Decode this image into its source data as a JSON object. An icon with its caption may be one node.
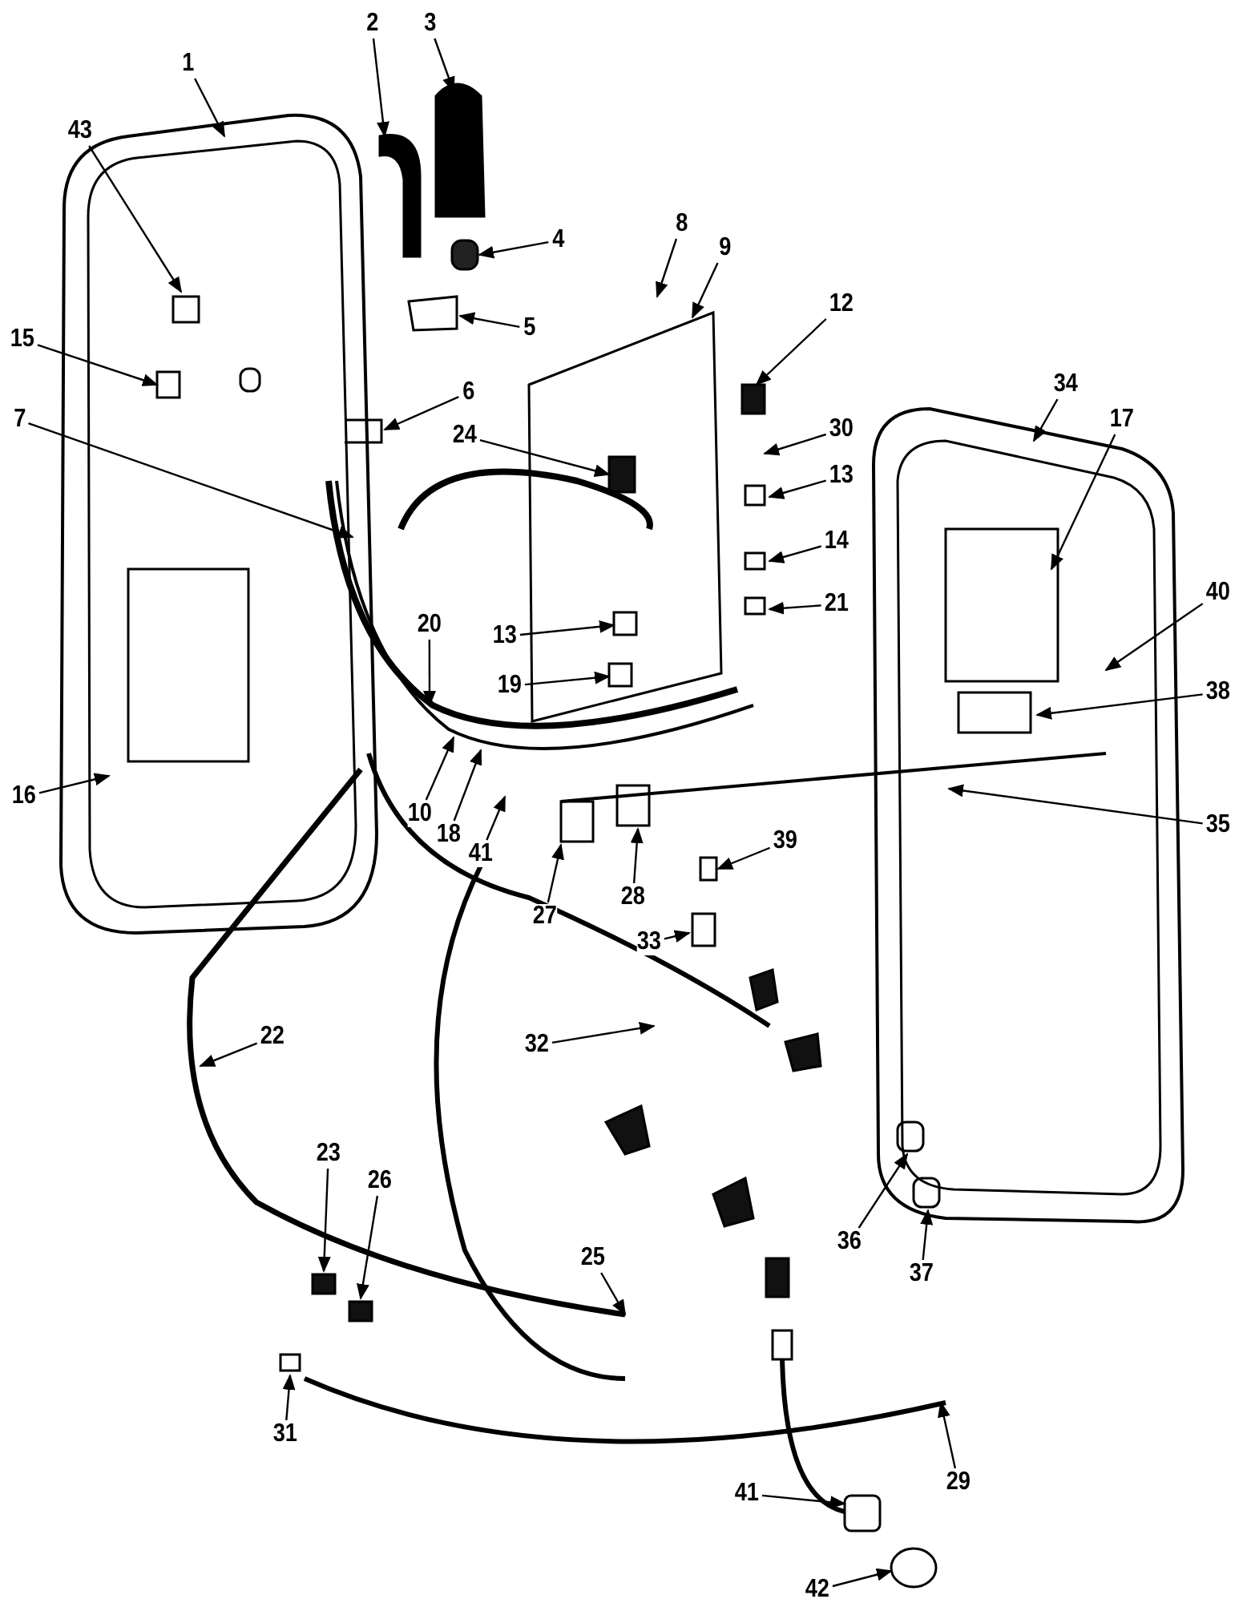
{
  "diagram": {
    "nodes": [
      {
        "text": [
          "1"
        ]
      },
      {
        "text": [
          "2"
        ]
      },
      {
        "text": [
          "3"
        ]
      },
      {
        "text": [
          "4"
        ]
      },
      {
        "text": [
          "5"
        ]
      },
      {
        "text": [
          "6"
        ]
      },
      {
        "text": [
          "7"
        ]
      },
      {
        "text": [
          "43"
        ]
      },
      {
        "text": [
          "15"
        ]
      },
      {
        "text": [
          "8"
        ]
      },
      {
        "text": [
          "9"
        ]
      },
      {
        "text": [
          "12"
        ]
      },
      {
        "text": [
          "30"
        ]
      },
      {
        "text": [
          "13"
        ]
      },
      {
        "text": [
          "14"
        ]
      },
      {
        "text": [
          "21"
        ]
      },
      {
        "text": [
          "24"
        ]
      },
      {
        "text": [
          "13"
        ]
      },
      {
        "text": [
          "19"
        ]
      },
      {
        "text": [
          "20"
        ]
      },
      {
        "text": [
          "10"
        ]
      },
      {
        "text": [
          "18"
        ]
      },
      {
        "text": [
          "41"
        ]
      },
      {
        "text": [
          "16"
        ]
      },
      {
        "text": [
          "27"
        ]
      },
      {
        "text": [
          "28"
        ]
      },
      {
        "text": [
          "39"
        ]
      },
      {
        "text": [
          "33"
        ]
      },
      {
        "text": [
          "32"
        ]
      },
      {
        "text": [
          "34"
        ]
      },
      {
        "text": [
          "17"
        ]
      },
      {
        "text": [
          "40"
        ]
      },
      {
        "text": [
          "38"
        ]
      },
      {
        "text": [
          "35"
        ]
      },
      {
        "text": [
          "22"
        ]
      },
      {
        "text": [
          "23"
        ]
      },
      {
        "text": [
          "26"
        ]
      },
      {
        "text": [
          "25"
        ]
      },
      {
        "text": [
          "31"
        ]
      },
      {
        "text": [
          "36"
        ]
      },
      {
        "text": [
          "37"
        ]
      },
      {
        "text": [
          "29"
        ]
      },
      {
        "text": [
          "41"
        ]
      },
      {
        "text": [
          "42"
        ]
      }
    ],
    "edges": [
      {
        "from": 0,
        "to": null,
        "arrow": "to"
      },
      {
        "from": 1,
        "to": null,
        "arrow": "to"
      },
      {
        "from": 2,
        "to": null,
        "arrow": "to"
      },
      {
        "from": 3,
        "to": null,
        "arrow": "to"
      },
      {
        "from": 4,
        "to": null,
        "arrow": "to"
      },
      {
        "from": 5,
        "to": null,
        "arrow": "to"
      },
      {
        "from": 6,
        "to": null,
        "arrow": "to"
      },
      {
        "from": 7,
        "to": null,
        "arrow": "to"
      },
      {
        "from": 8,
        "to": null,
        "arrow": "to"
      },
      {
        "from": 9,
        "to": null,
        "arrow": "to"
      },
      {
        "from": 10,
        "to": null,
        "arrow": "to"
      },
      {
        "from": 11,
        "to": null,
        "arrow": "to"
      },
      {
        "from": 12,
        "to": null,
        "arrow": "to"
      },
      {
        "from": 13,
        "to": null,
        "arrow": "to"
      },
      {
        "from": 14,
        "to": null,
        "arrow": "to"
      },
      {
        "from": 15,
        "to": null,
        "arrow": "to"
      },
      {
        "from": 16,
        "to": null,
        "arrow": "to"
      },
      {
        "from": 17,
        "to": null,
        "arrow": "to"
      },
      {
        "from": 18,
        "to": null,
        "arrow": "to"
      },
      {
        "from": 19,
        "to": null,
        "arrow": "to"
      },
      {
        "from": 20,
        "to": null,
        "arrow": "to"
      },
      {
        "from": 21,
        "to": null,
        "arrow": "to"
      },
      {
        "from": 22,
        "to": null,
        "arrow": "to"
      },
      {
        "from": 23,
        "to": null,
        "arrow": "to"
      },
      {
        "from": 24,
        "to": null,
        "arrow": "to"
      },
      {
        "from": 25,
        "to": null,
        "arrow": "to"
      },
      {
        "from": 26,
        "to": null,
        "arrow": "to"
      },
      {
        "from": 27,
        "to": null,
        "arrow": "to"
      },
      {
        "from": 28,
        "to": null,
        "arrow": "to"
      },
      {
        "from": 29,
        "to": null,
        "arrow": "to"
      },
      {
        "from": 30,
        "to": null,
        "arrow": "to"
      },
      {
        "from": 31,
        "to": null,
        "arrow": "to"
      },
      {
        "from": 32,
        "to": null,
        "arrow": "to"
      },
      {
        "from": 33,
        "to": null,
        "arrow": "to"
      },
      {
        "from": 34,
        "to": null,
        "arrow": "to"
      },
      {
        "from": 35,
        "to": null,
        "arrow": "to"
      },
      {
        "from": 36,
        "to": null,
        "arrow": "to"
      },
      {
        "from": 37,
        "to": null,
        "arrow": "to"
      },
      {
        "from": 38,
        "to": null,
        "arrow": "to"
      },
      {
        "from": 39,
        "to": null,
        "arrow": "to"
      },
      {
        "from": 40,
        "to": null,
        "arrow": "to"
      },
      {
        "from": 41,
        "to": null,
        "arrow": "to"
      },
      {
        "from": 42,
        "to": null,
        "arrow": "to"
      },
      {
        "from": 43,
        "to": null,
        "arrow": "to"
      }
    ]
  }
}
